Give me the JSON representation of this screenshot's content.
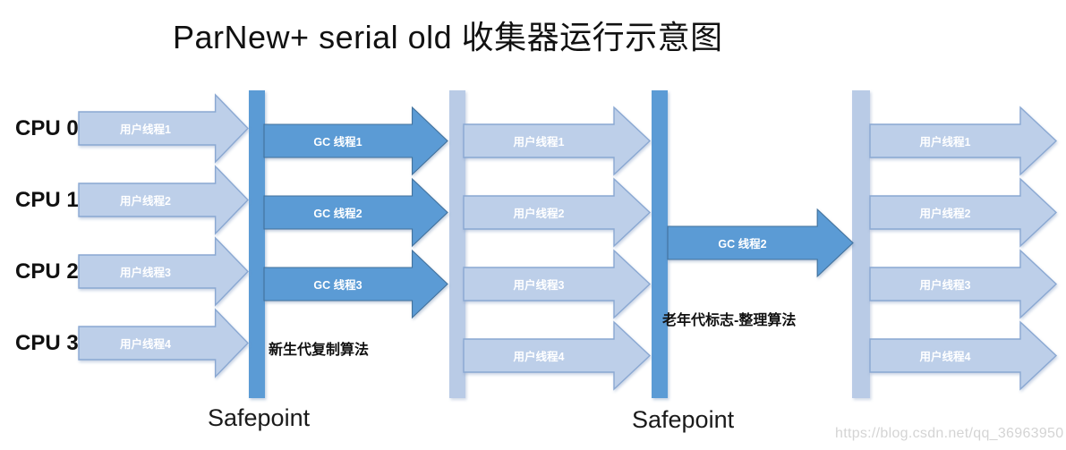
{
  "title": "ParNew+ serial old 收集器运行示意图",
  "cpus": [
    "CPU 0",
    "CPU 1",
    "CPU 2",
    "CPU 3"
  ],
  "phase1_user_threads": [
    "用户线程1",
    "用户线程2",
    "用户线程3",
    "用户线程4"
  ],
  "young_gc_threads": [
    "GC 线程1",
    "GC 线程2",
    "GC 线程3"
  ],
  "phase2_user_threads": [
    "用户线程1",
    "用户线程2",
    "用户线程3",
    "用户线程4"
  ],
  "old_gc_thread": "GC 线程2",
  "phase3_user_threads": [
    "用户线程1",
    "用户线程2",
    "用户线程3",
    "用户线程4"
  ],
  "annotations": {
    "young_gen_algorithm": "新生代复制算法",
    "old_gen_algorithm": "老年代标志-整理算法",
    "safepoint_left": "Safepoint",
    "safepoint_right": "Safepoint"
  },
  "watermark": "https://blog.csdn.net/qq_36963950",
  "colors": {
    "gc_arrow_fill": "#5b9bd5",
    "gc_arrow_stroke": "#41719c",
    "user_arrow_fill": "#bdcfe9",
    "user_arrow_stroke": "#8aa8d2",
    "safepoint_bar_dark": "#5b9bd5",
    "safepoint_bar_light": "#b9cbe6",
    "watermark_gray": "#d4d4d4"
  }
}
